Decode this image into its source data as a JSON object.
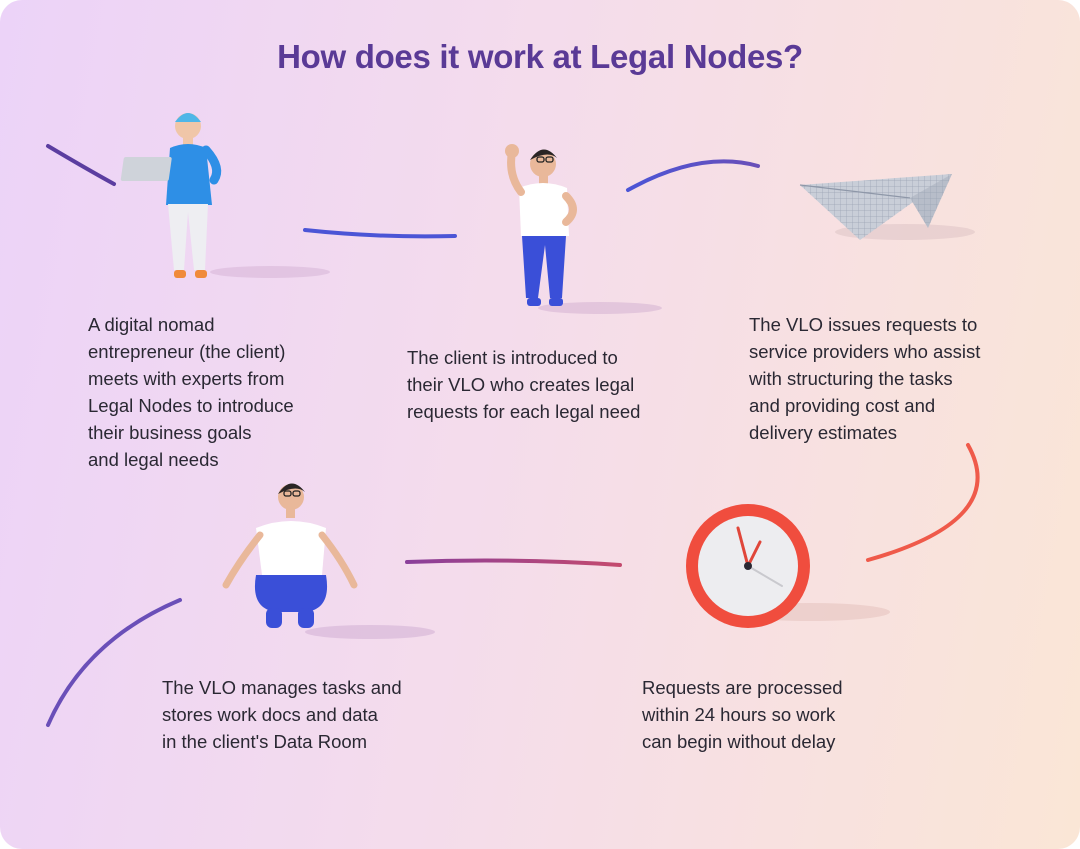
{
  "title": "How does it work at Legal Nodes?",
  "steps": [
    {
      "text": "A digital nomad\nentrepreneur (the client)\nmeets with experts from\nLegal Nodes to introduce\ntheir business goals\nand legal needs",
      "illustration": "laptop-user-figure"
    },
    {
      "text": "The client is introduced to\ntheir VLO who creates legal\nrequests for each legal need",
      "illustration": "waving-person-figure"
    },
    {
      "text": "The VLO issues requests to\nservice providers who assist\nwith structuring the tasks\nand providing cost and\ndelivery estimates",
      "illustration": "paper-plane-icon"
    },
    {
      "text": "The VLO manages tasks and\nstores work docs and data\nin the client's Data Room",
      "illustration": "meditating-person-figure"
    },
    {
      "text": "Requests are processed\nwithin 24 hours so work\ncan begin without delay",
      "illustration": "clock-icon"
    }
  ],
  "colors": {
    "title": "#5a3a96",
    "text": "#2a2833",
    "connector_purple": "#6a4fb8",
    "connector_blue": "#4b55d6",
    "connector_red": "#ef5a4a",
    "clock_red": "#f04d3e",
    "shirt_blue": "#2e8fe6",
    "pants_blue": "#3a4fd8"
  }
}
